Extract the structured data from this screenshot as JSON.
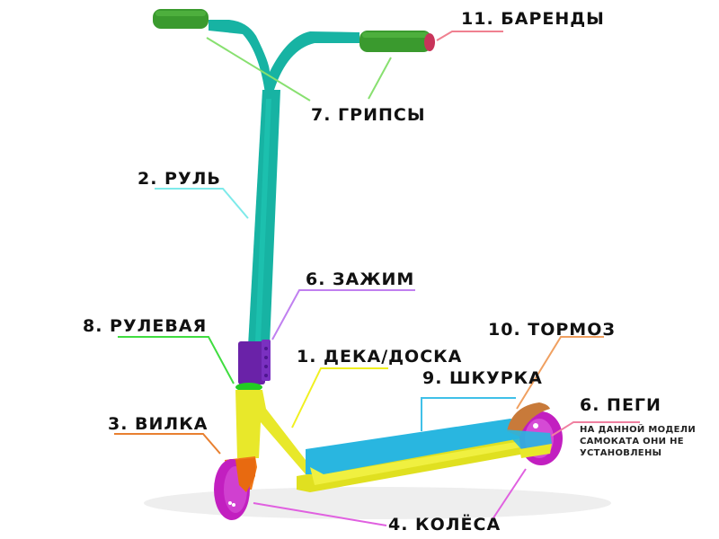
{
  "diagram": {
    "subject": "scooter parts",
    "labels": {
      "deck": "1. ДЕКА/ДОСКА",
      "bars": "2. РУЛЬ",
      "fork": "3. ВИЛКА",
      "wheels": "4. КОЛЁСА",
      "clamp": "6. ЗАЖИМ",
      "pegs": "6. ПЕГИ",
      "grips": "7. ГРИПСЫ",
      "headset": "8. РУЛЕВАЯ",
      "griptape": "9. ШКУРКА",
      "brake": "10. ТОРМОЗ",
      "barends": "11. БАРЕНДЫ"
    },
    "pegs_note": [
      "НА ДАННОЙ МОДЕЛИ",
      "САМОКАТА ОНИ НЕ",
      "УСТАНОВЛЕНЫ"
    ],
    "colors": {
      "bars": "#17b3a3",
      "grips": "#3a9a2e",
      "barends": "#c8345a",
      "clamp": "#6a22a8",
      "headset": "#22cc22",
      "deck": "#e8e82a",
      "griptape": "#29b6e0",
      "fork": "#f07818",
      "wheels": "#c21fc0",
      "brake": "#c87a3a",
      "leader_grips": "#88e070",
      "leader_bars": "#7eeaea",
      "leader_clamp": "#c080f0",
      "leader_headset": "#40dd40",
      "leader_deck": "#f0f020",
      "leader_griptape": "#40c0e8",
      "leader_brake": "#f0a060",
      "leader_pegs": "#f080a0",
      "leader_fork": "#e88030",
      "leader_wheels": "#e060e0",
      "leader_barends": "#f08090"
    }
  }
}
